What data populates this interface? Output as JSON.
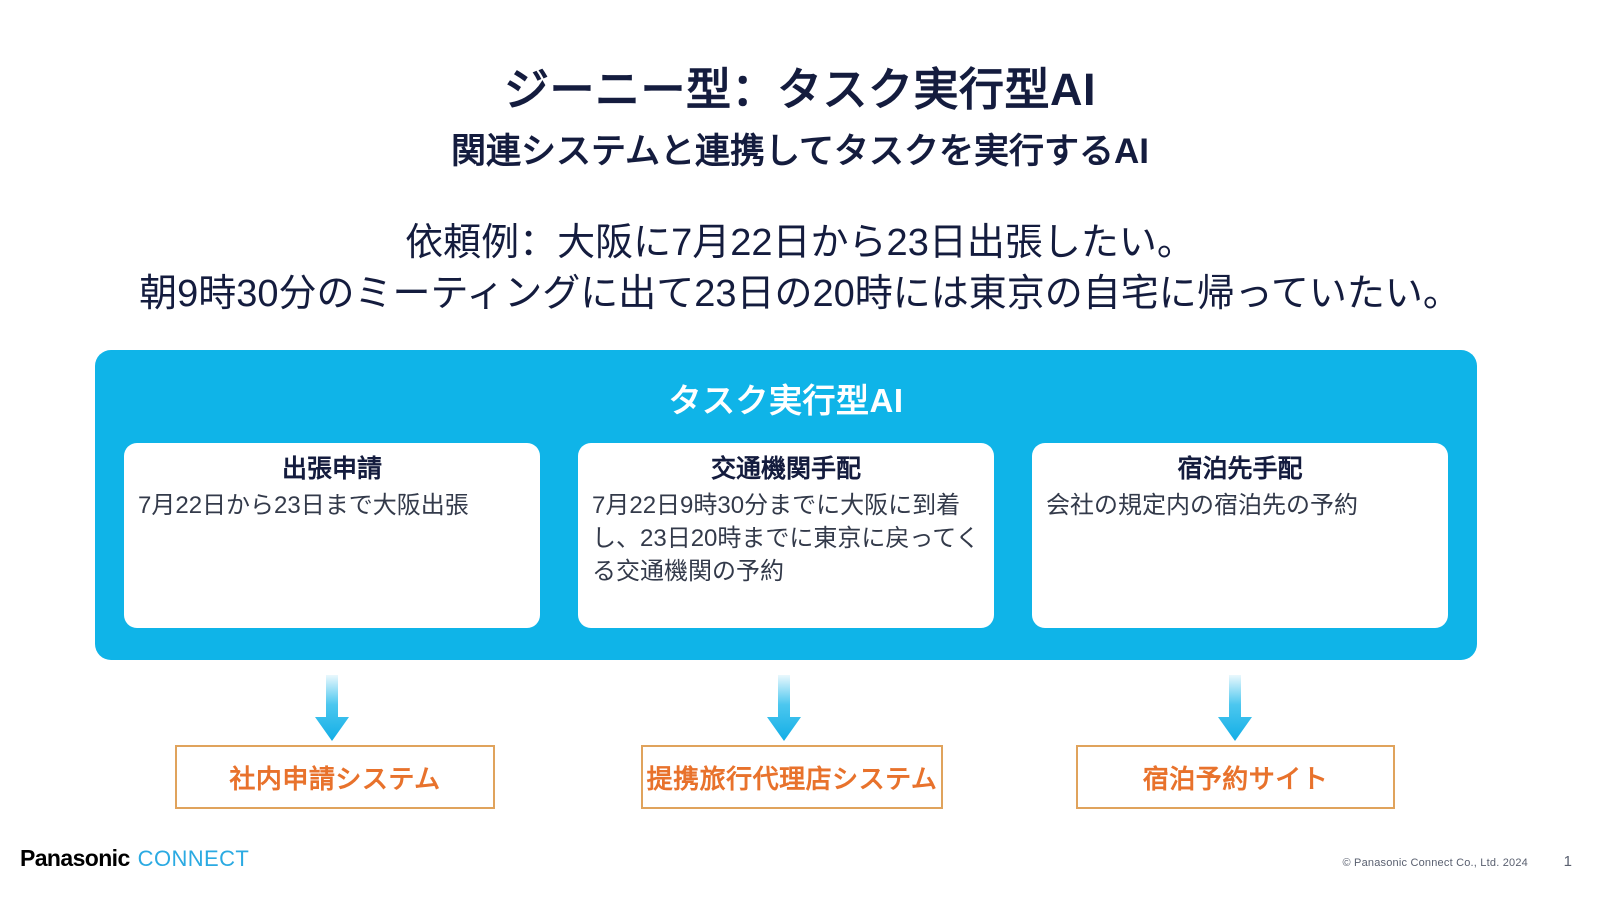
{
  "slide": {
    "title": "ジーニー型：タスク実行型AI",
    "subtitle": "関連システムと連携してタスクを実行するAI",
    "request_example": {
      "line1": "依頼例：大阪に7月22日から23日出張したい。",
      "line2": "朝9時30分のミーティングに出て23日の20時には東京の自宅に帰っていたい。"
    }
  },
  "panel": {
    "heading": "タスク実行型AI",
    "cards": [
      {
        "title": "出張申請",
        "body": "7月22日から23日まで大阪出張"
      },
      {
        "title": "交通機関手配",
        "body": "7月22日9時30分までに大阪に到着し、23日20時までに東京に戻ってくる交通機関の予約"
      },
      {
        "title": "宿泊先手配",
        "body": "会社の規定内の宿泊先の予約"
      }
    ]
  },
  "systems": [
    {
      "label": "社内申請システム"
    },
    {
      "label": "提携旅行代理店システム"
    },
    {
      "label": "宿泊予約サイト"
    }
  ],
  "footer": {
    "logo_primary": "Panasonic",
    "logo_secondary": "CONNECT",
    "copyright": "© Panasonic Connect Co., Ltd. 2024",
    "page_number": "1"
  },
  "colors": {
    "navy": "#141C3E",
    "cyan": "#0FB4E8",
    "orange_text": "#E8722C",
    "orange_border": "#E0A35C",
    "logo_blue": "#2BAAE2"
  }
}
